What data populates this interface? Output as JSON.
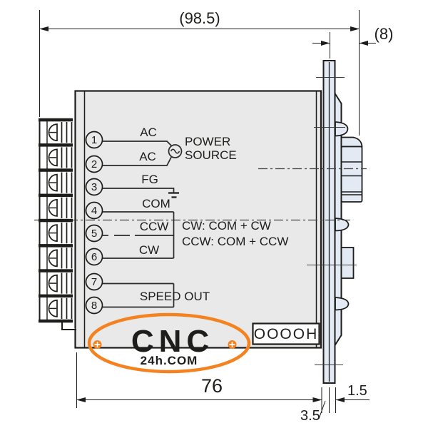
{
  "dimensions": {
    "overall_depth": "(98.5)",
    "front_protrusion": "(8)",
    "body_depth": "76",
    "panel_thickness": "3.5",
    "bezel_gap": "1.5"
  },
  "terminals": [
    {
      "num": "1",
      "label": "AC"
    },
    {
      "num": "2",
      "label": "AC"
    },
    {
      "num": "3",
      "label": "FG"
    },
    {
      "num": "4",
      "label": "COM"
    },
    {
      "num": "5",
      "label": "CCW"
    },
    {
      "num": "6",
      "label": "CW"
    },
    {
      "num": "7",
      "label": ""
    },
    {
      "num": "8",
      "label": ""
    }
  ],
  "annotations": {
    "power_line1": "POWER",
    "power_line2": "SOURCE",
    "cw_note": "CW: COM + CW",
    "ccw_note": "CCW: COM + CCW",
    "speed_out": "SPEED OUT",
    "display_text": "OOOOH"
  },
  "watermark": {
    "brand": "CNC",
    "domain": "24h.COM",
    "color": "#f58220"
  },
  "colors": {
    "body_fill": "#e9e9e9",
    "front_fill": "#e4eaf4",
    "line": "#1d1d1b",
    "accent_orange": "#f58220"
  }
}
